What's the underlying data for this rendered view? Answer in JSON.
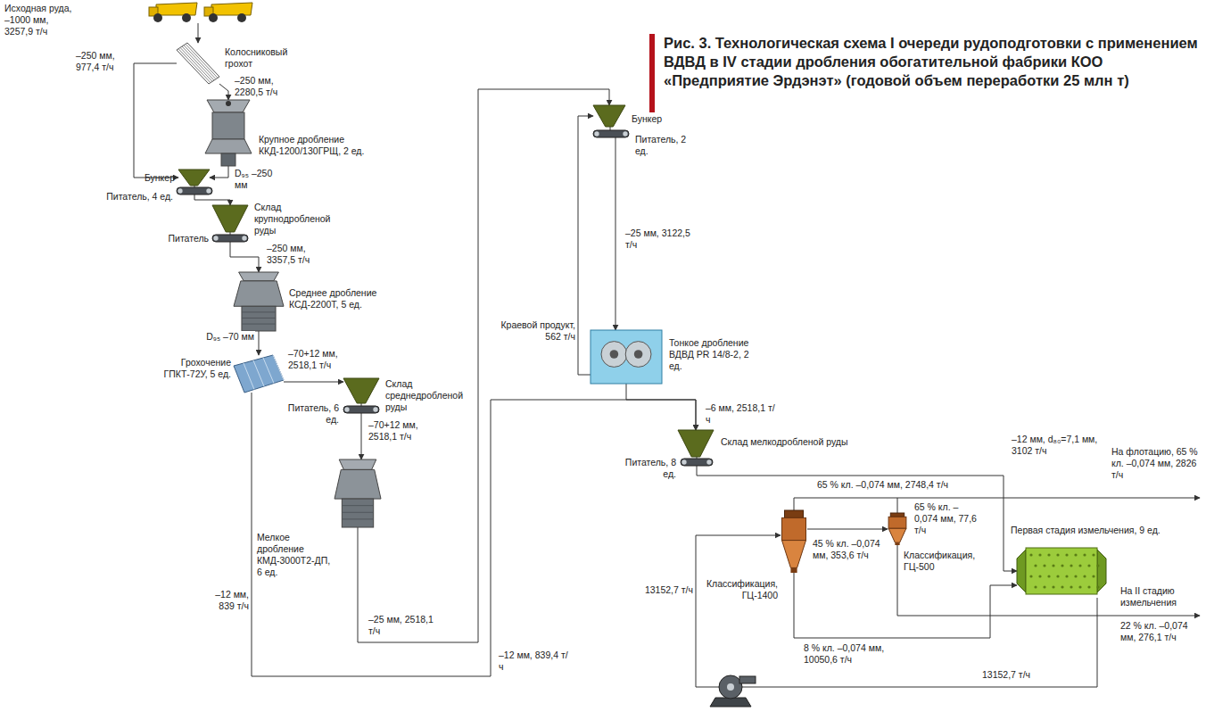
{
  "diagram": {
    "caption": "Рис. 3. Технологическая схема I очереди рудоподготовки с применением ВДВД в IV стадии дробления обогатительной фабрики КОО «Предприятие Эрдэнэт» (годовой объем переработки 25 млн т)",
    "nodes": [
      {
        "text": [
          "Исходная руда, –1000 мм, 3257,9 т/ч"
        ]
      },
      {
        "text": [
          "Колосниковый грохот"
        ]
      },
      {
        "text": [
          "Крупное дробление ККД-1200/130ГРЩ, 2 ед."
        ]
      },
      {
        "text": [
          "Бункер"
        ]
      },
      {
        "text": [
          "Питатель, 4 ед."
        ]
      },
      {
        "text": [
          "Склад крупнодробленой руды"
        ]
      },
      {
        "text": [
          "Питатель"
        ]
      },
      {
        "text": [
          "Среднее дробление КСД-2200Т, 5 ед."
        ]
      },
      {
        "text": [
          "Грохочение ГПКТ-72У, 5 ед."
        ]
      },
      {
        "text": [
          "Склад среднедробленой руды"
        ]
      },
      {
        "text": [
          "Питатель, 6 ед."
        ]
      },
      {
        "text": [
          "Мелкое дробление КМД-3000Т2-ДП, 6 ед."
        ]
      },
      {
        "text": [
          "Бункер"
        ]
      },
      {
        "text": [
          "Питатель, 2 ед."
        ]
      },
      {
        "text": [
          "Тонкое дробление ВДВД PR 14/8-2, 2 ед."
        ]
      },
      {
        "text": [
          "Склад мелкодробленой руды"
        ]
      },
      {
        "text": [
          "Питатель, 8 ед."
        ]
      },
      {
        "text": [
          "Классификация, ГЦ-1400"
        ]
      },
      {
        "text": [
          "Классификация, ГЦ-500"
        ]
      },
      {
        "text": [
          "Первая стадия измельчения, 9 ед."
        ]
      }
    ],
    "edges": [
      {
        "from": 0,
        "to": 1,
        "arrow": "to"
      },
      {
        "from": 1,
        "to": 2,
        "arrow": "to",
        "label": "–250 мм, 2280,5 т/ч"
      },
      {
        "from": 1,
        "to": 3,
        "arrow": "to",
        "label": "–250 мм, 977,4 т/ч"
      },
      {
        "from": 2,
        "to": 3,
        "arrow": "to",
        "label": "D₉₅ –250 мм"
      },
      {
        "from": 3,
        "to": 4,
        "arrow": "none"
      },
      {
        "from": 4,
        "to": 5,
        "arrow": "to"
      },
      {
        "from": 5,
        "to": 6,
        "arrow": "none"
      },
      {
        "from": 6,
        "to": 7,
        "arrow": "to",
        "label": "–250 мм, 3357,5 т/ч"
      },
      {
        "from": 7,
        "to": 8,
        "arrow": "to",
        "label": "D₉₅ –70 мм"
      },
      {
        "from": 8,
        "to": 9,
        "arrow": "to",
        "label": "–70+12 мм, 2518,1 т/ч"
      },
      {
        "from": 9,
        "to": 10,
        "arrow": "none"
      },
      {
        "from": 10,
        "to": 11,
        "arrow": "to",
        "label": "–70+12 мм, 2518,1 т/ч"
      },
      {
        "from": 8,
        "to": 15,
        "arrow": "to",
        "label": "–12 мм, 839 т/ч"
      },
      {
        "from": 11,
        "to": 12,
        "arrow": "to",
        "label": "–25 мм, 2518,1 т/ч"
      },
      {
        "from": 12,
        "to": 13,
        "arrow": "none"
      },
      {
        "from": 13,
        "to": 14,
        "arrow": "to",
        "label": "–25 мм, 3122,5 т/ч"
      },
      {
        "from": 14,
        "to": 12,
        "arrow": "to",
        "label": "Краевой продукт, 562 т/ч"
      },
      {
        "from": 14,
        "to": 15,
        "arrow": "to",
        "label": "–6 мм, 2518,1 т/ч"
      },
      {
        "from": 15,
        "to": 16,
        "arrow": "none"
      },
      {
        "from": 16,
        "to": 19,
        "arrow": "to",
        "label": "–12 мм, d₈₀=7,1 мм, 3102 т/ч"
      },
      {
        "from": 17,
        "to": 18,
        "arrow": "to",
        "label": "45 % кл. –0,074 мм, 353,6 т/ч"
      },
      {
        "from": 17,
        "to": 19,
        "arrow": "to",
        "label": "8 % кл. –0,074 мм, 10050,6 т/ч"
      },
      {
        "from": 19,
        "to": 17,
        "arrow": "to",
        "label": "13152,7 т/ч"
      }
    ],
    "labels": [
      "–12 мм, 839,4 т/ч",
      "65 % кл. –0,074 мм, 2748,4 т/ч",
      "65 % кл. –0,074 мм, 77,6 т/ч",
      "На флотацию, 65 % кл. –0,074 мм, 2826 т/ч",
      "На II стадию измельчения",
      "22 % кл. –0,074 мм, 276,1 т/ч",
      "13152,7 т/ч"
    ]
  }
}
